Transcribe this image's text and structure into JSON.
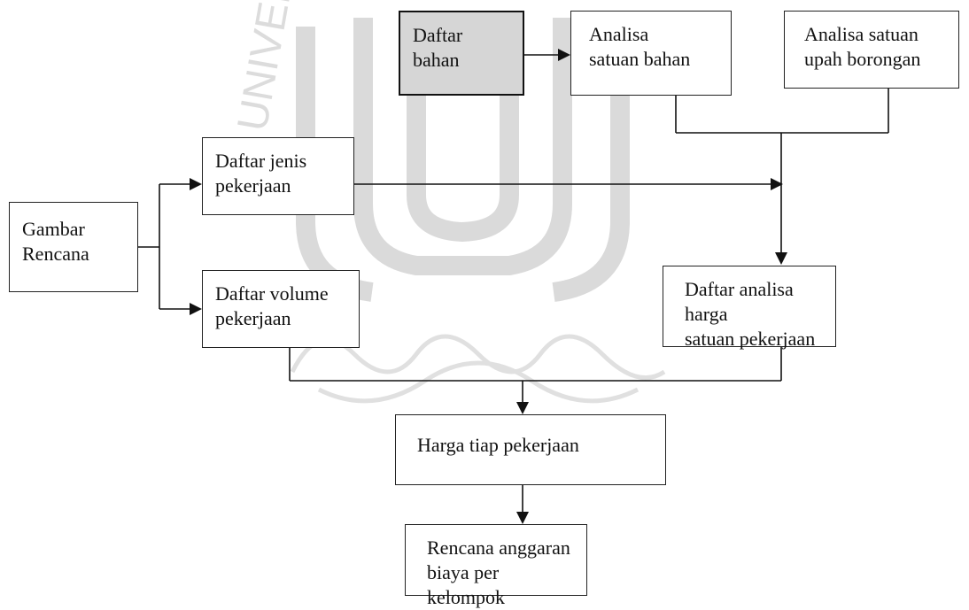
{
  "diagram": {
    "boxes": {
      "gambar_rencana": "Gambar\nRencana",
      "daftar_bahan": "Daftar\nbahan",
      "analisa_satuan_bahan": "Analisa\nsatuan bahan",
      "analisa_satuan_upah": "Analisa satuan\nupah borongan",
      "daftar_jenis_pekerjaan": "Daftar jenis\npekerjaan",
      "daftar_volume_pekerjaan": "Daftar volume\npekerjaan",
      "daftar_analisa_harga": "Daftar analisa harga\nsatuan pekerjaan",
      "harga_tiap_pekerjaan": "Harga tiap pekerjaan",
      "rencana_anggaran": "Rencana anggaran\nbiaya per kelompok"
    },
    "line_color": "#111111",
    "shaded_box_color": "#d6d6d6",
    "watermark_color": "#d9d9d9",
    "watermark_text": "UNIVERSITAS ISLAM INDONESIA"
  }
}
